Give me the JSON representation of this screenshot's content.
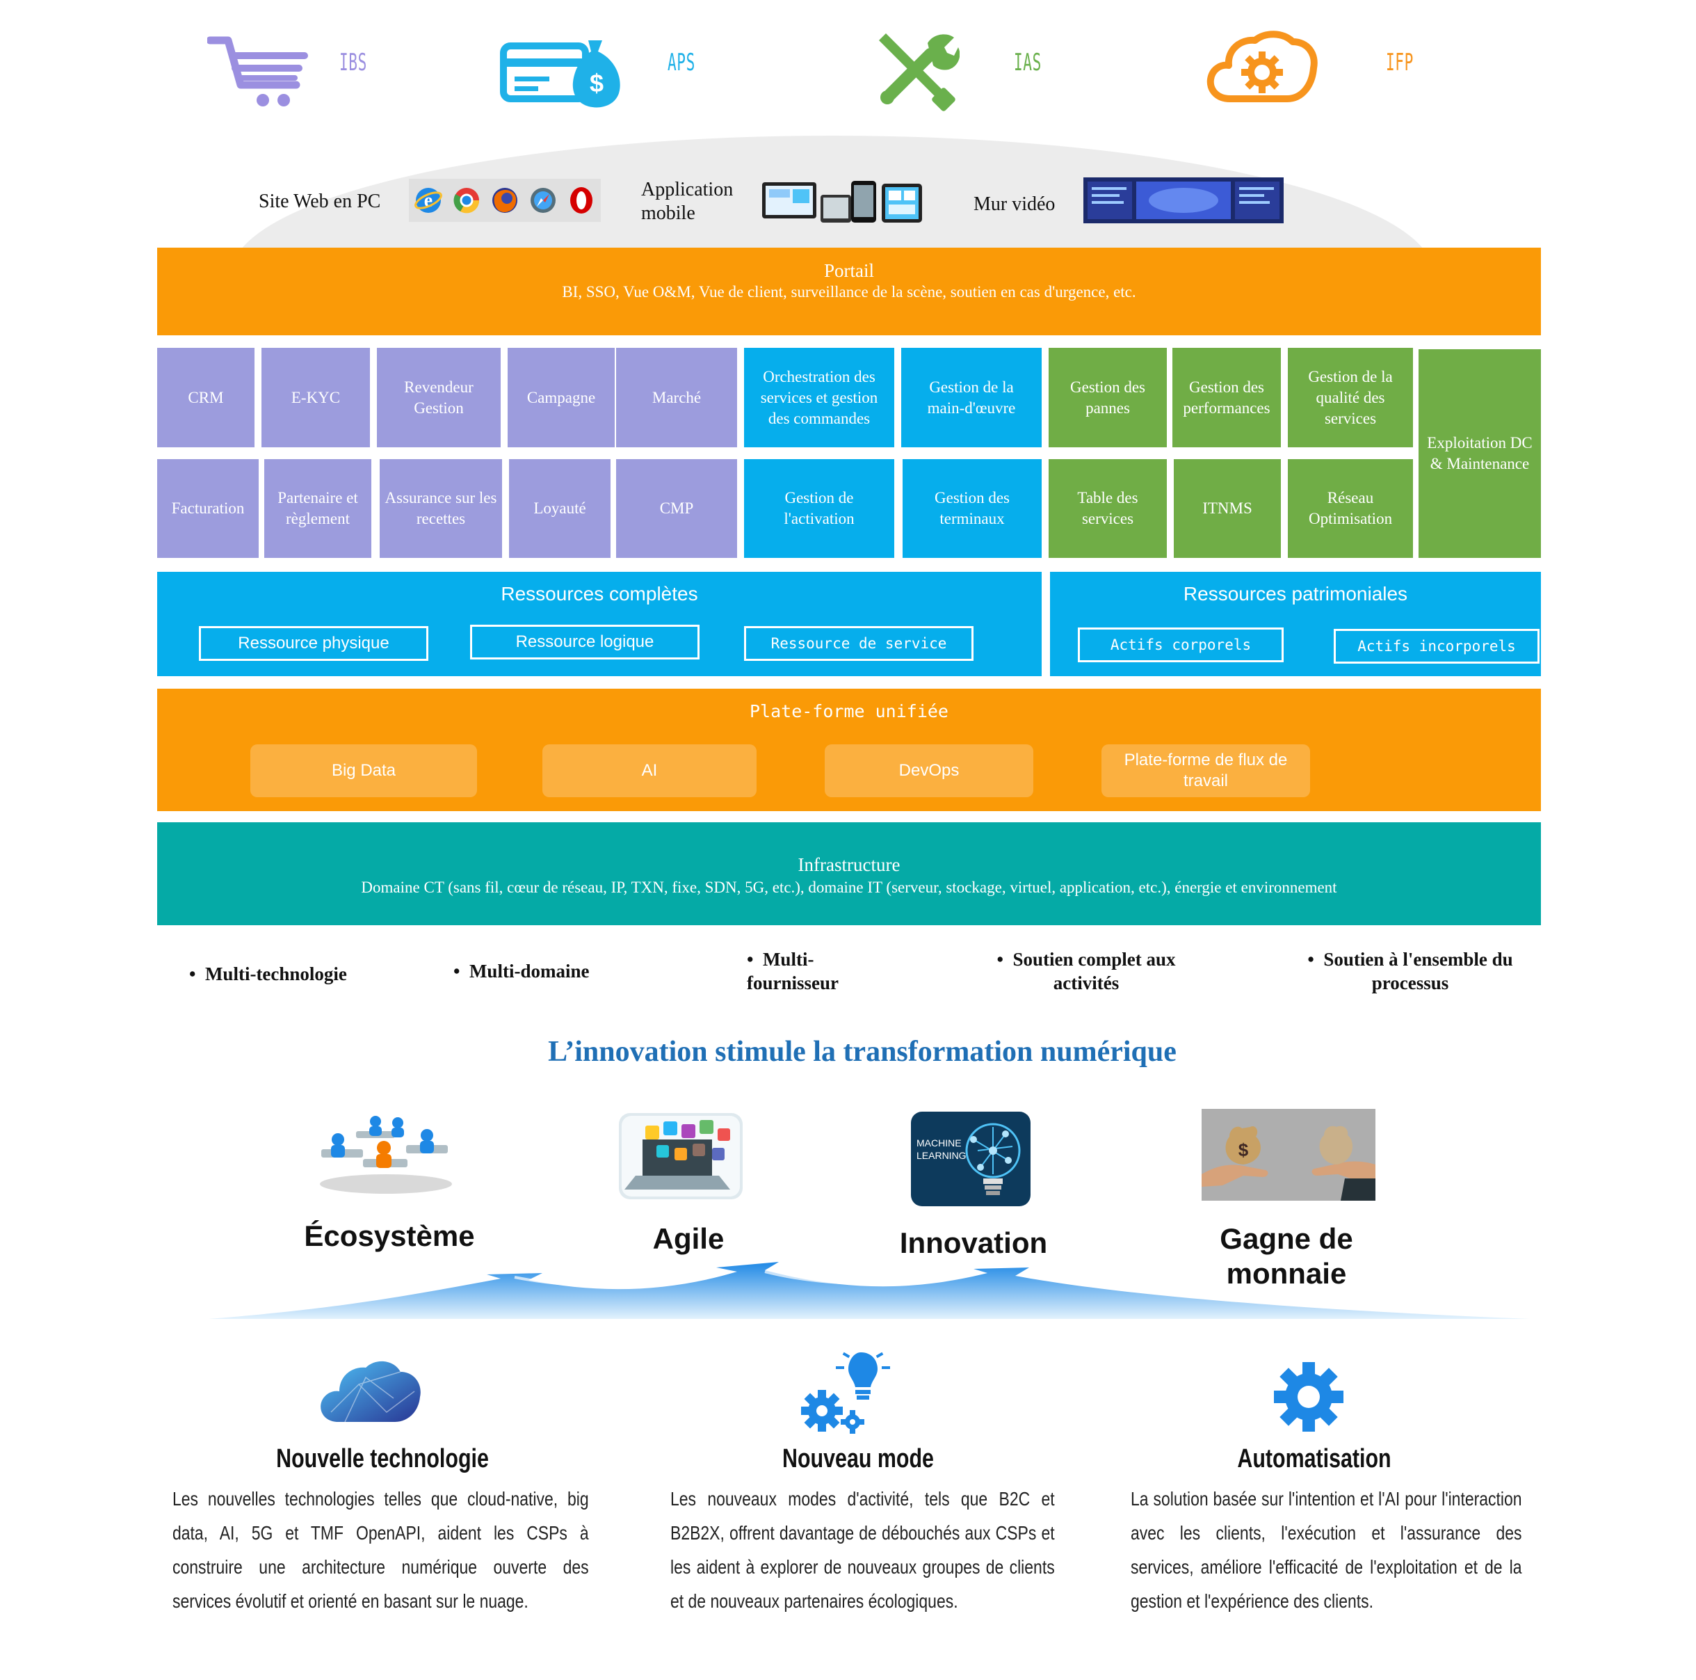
{
  "top_icons": [
    {
      "icon": "shopping-cart-icon",
      "label": "IBS",
      "color": "#9b8fe0"
    },
    {
      "icon": "card-moneybag-icon",
      "label": "APS",
      "color": "#1fb1e8"
    },
    {
      "icon": "tools-icon",
      "label": "IAS",
      "color": "#6ab04c"
    },
    {
      "icon": "cloud-gear-icon",
      "label": "IFP",
      "color": "#f7941d"
    }
  ],
  "access": {
    "web_label": "Site Web en PC",
    "mobile_label": "Application mobile",
    "video_label": "Mur vidéo"
  },
  "portal": {
    "title": "Portail",
    "subtitle": "BI, SSO, Vue O&M, Vue de client, surveillance de la scène, soutien en cas d'urgence, etc.",
    "color": "#fa9a07"
  },
  "modules": {
    "crm": "CRM",
    "ekyc": "E-KYC",
    "revendeur": "Revendeur Gestion",
    "campagne": "Campagne",
    "marche": "Marché",
    "orchestration": "Orchestration des services et gestion des commandes",
    "main_oeuvre": "Gestion de la main-d'œuvre",
    "pannes": "Gestion des pannes",
    "performances": "Gestion des performances",
    "qualite": "Gestion de la qualité des services",
    "exploitation": "Exploitation DC & Maintenance",
    "facturation": "Facturation",
    "partenaire": "Partenaire et règlement",
    "assurance": "Assurance sur les recettes",
    "loyaute": "Loyauté",
    "cmp": "CMP",
    "activation": "Gestion de l'activation",
    "terminaux": "Gestion des terminaux",
    "table_services": "Table des services",
    "itnms": "ITNMS",
    "reseau": "Réseau Optimisation"
  },
  "resources": {
    "complete_title": "Ressources complètes",
    "physique": "Ressource physique",
    "logique": "Ressource logique",
    "service": "Ressource de service",
    "patrimoniales_title": "Ressources patrimoniales",
    "corporels": "Actifs corporels",
    "incorporels": "Actifs incorporels"
  },
  "platform": {
    "title": "Plate-forme unifiée",
    "big_data": "Big Data",
    "ai": "AI",
    "devops": "DevOps",
    "workflow": "Plate-forme de flux de travail"
  },
  "infrastructure": {
    "title": "Infrastructure",
    "subtitle": "Domaine CT (sans fil, cœur de réseau, IP, TXN, fixe, SDN, 5G, etc.), domaine IT (serveur, stockage, virtuel, application, etc.), énergie et environnement",
    "color": "#05aaa6"
  },
  "features": [
    "Multi-technologie",
    "Multi-domaine",
    "Multi-fournisseur",
    "Soutien complet aux activités",
    "Soutien à l'ensemble du processus"
  ],
  "innovation": {
    "heading": "L’innovation stimule la transformation numérique",
    "pillars": [
      "Écosystème",
      "Agile",
      "Innovation",
      "Gagne de monnaie"
    ],
    "ml_badge": "MACHINE LEARNING"
  },
  "columns": [
    {
      "icon": "cloud-icon",
      "title": "Nouvelle technologie",
      "text": "Les nouvelles technologies telles que cloud-native, big data, AI, 5G et TMF OpenAPI, aident les CSPs à construire une architecture numérique ouverte des services évolutif et orienté en basant sur le nuage."
    },
    {
      "icon": "gears-bulb-icon",
      "title": "Nouveau mode",
      "text": "Les nouveaux modes d'activité, tels que B2C et B2B2X, offrent davantage de débouchés aux CSPs et les aident à explorer de nouveaux groupes de clients et de nouveaux partenaires écologiques."
    },
    {
      "icon": "gear-icon",
      "title": "Automatisation",
      "text": "La solution basée sur l'intention et l'AI pour l'interaction avec les clients, l'exécution et l'assurance des services, améliore l'efficacité de l'exploitation et de la gestion et l'expérience des clients."
    }
  ]
}
